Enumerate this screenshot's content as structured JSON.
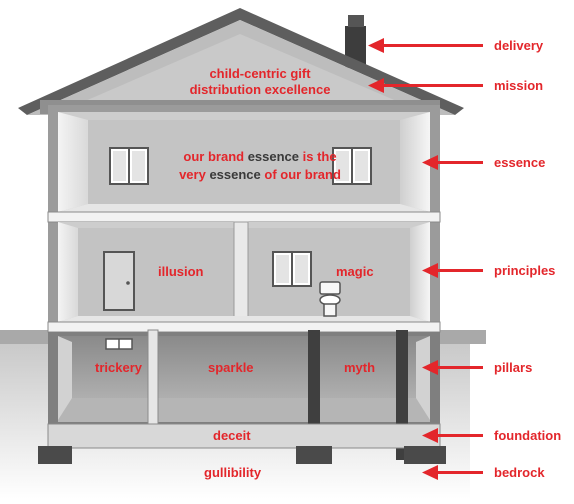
{
  "roof_text": {
    "line1": "child-centric gift",
    "line2": "distribution excellence"
  },
  "essence_text": {
    "line1_a": "our brand ",
    "line1_b": "essence",
    "line1_c": " is the",
    "line2_a": "very ",
    "line2_b": "essence",
    "line2_c": " of our brand"
  },
  "rooms": {
    "illusion": "illusion",
    "magic": "magic",
    "trickery": "trickery",
    "sparkle": "sparkle",
    "myth": "myth",
    "deceit": "deceit",
    "gullibility": "gullibility"
  },
  "labels": {
    "delivery": "delivery",
    "mission": "mission",
    "essence": "essence",
    "principles": "principles",
    "pillars": "pillars",
    "foundation": "foundation",
    "bedrock": "bedrock"
  },
  "colors": {
    "accent_red": "#e3262b",
    "dark_text": "#3a3a3a"
  }
}
